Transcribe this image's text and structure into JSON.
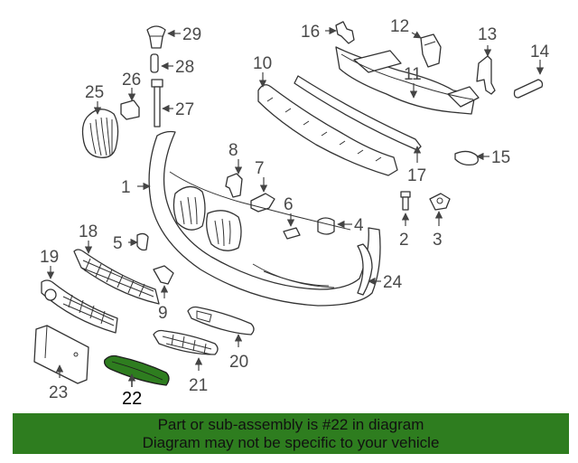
{
  "diagram": {
    "callouts": {
      "c1": "1",
      "c2": "2",
      "c3": "3",
      "c4": "4",
      "c5": "5",
      "c6": "6",
      "c7": "7",
      "c8": "8",
      "c9": "9",
      "c10": "10",
      "c11": "11",
      "c12": "12",
      "c13": "13",
      "c14": "14",
      "c15": "15",
      "c16": "16",
      "c17": "17",
      "c18": "18",
      "c19": "19",
      "c20": "20",
      "c21": "21",
      "c22": "22",
      "c23": "23",
      "c24": "24",
      "c25": "25",
      "c26": "26",
      "c27": "27",
      "c28": "28",
      "c29": "29"
    },
    "highlight_color": "#2e7d1f",
    "highlighted_part": "22"
  },
  "banner": {
    "line1": "Part or sub-assembly is #22 in diagram",
    "line2": "Diagram may not be specific to your vehicle",
    "background": "#2e7d1f"
  }
}
